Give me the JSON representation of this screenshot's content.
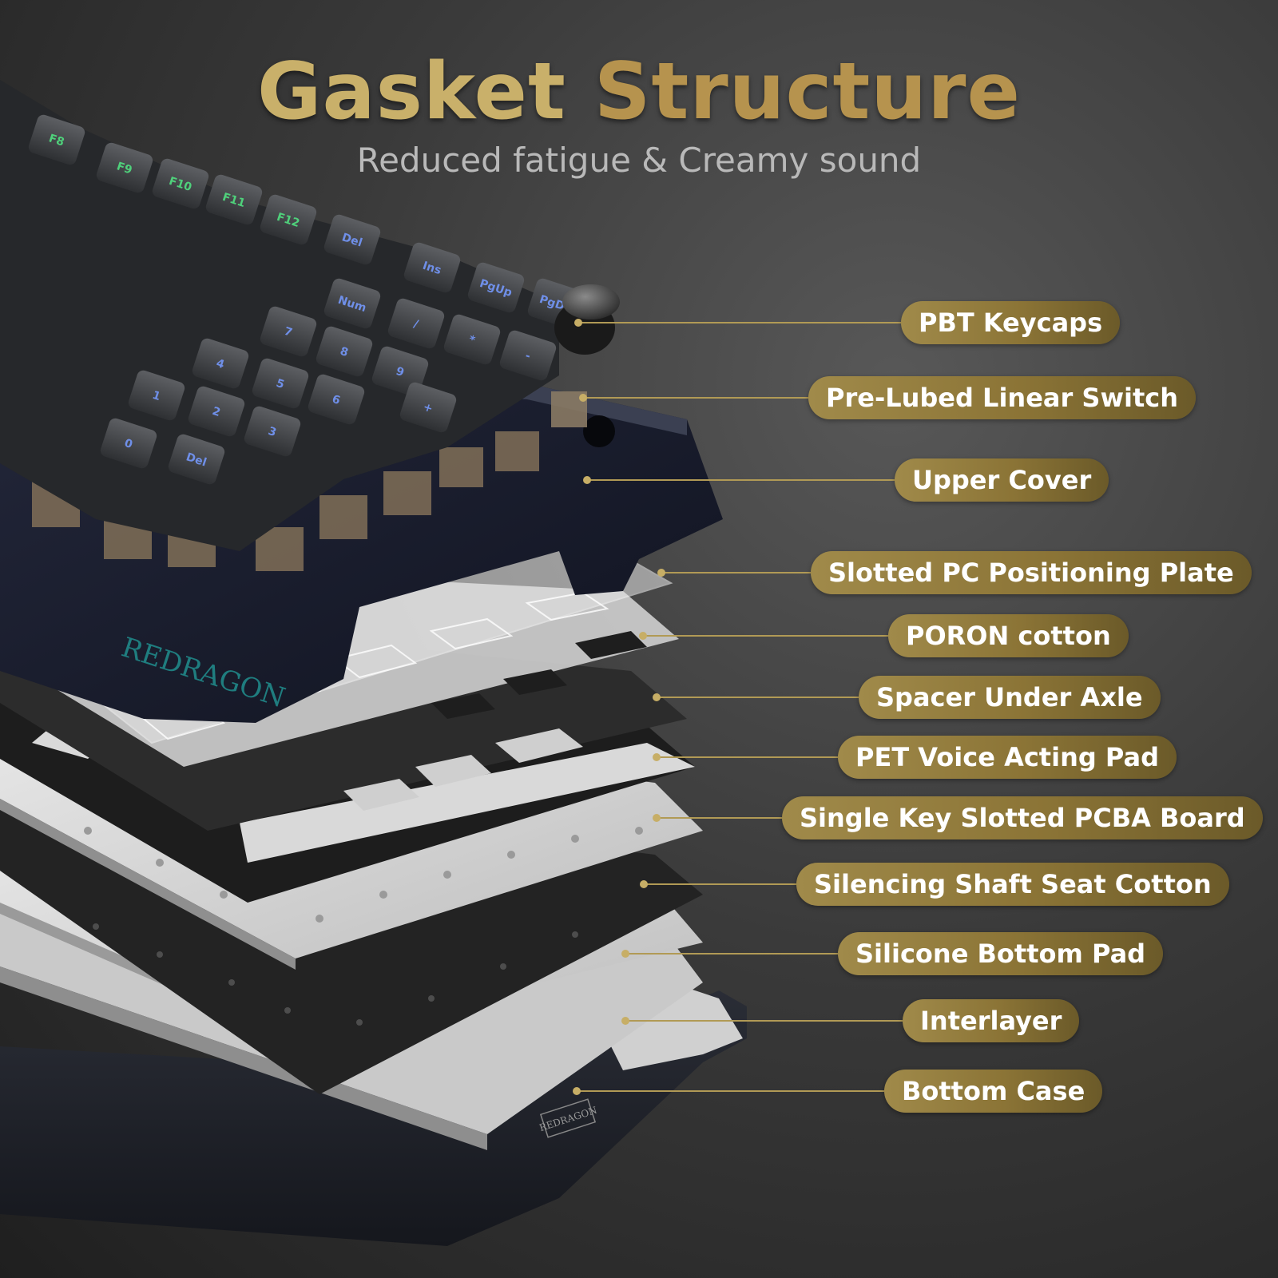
{
  "header": {
    "title_word1": "Gasket",
    "title_word2": "Structure",
    "subtitle": "Reduced fatigue & Creamy sound"
  },
  "brand": {
    "logo_front": "REDRAGON",
    "logo_bottom": "REDRAGON"
  },
  "keycaps": [
    "F8",
    "F9",
    "F10",
    "F11",
    "F12",
    "Del",
    "Ins",
    "PgUp",
    "PgDn",
    "Num",
    "/",
    "*",
    "-",
    "7",
    "8",
    "9",
    "4",
    "5",
    "6",
    "+",
    "1",
    "2",
    "3",
    "0",
    "Del"
  ],
  "colors": {
    "title_primary": "#c9b06a",
    "title_secondary": "#b6934e",
    "label_gold": "#8b7436",
    "leader_gold": "#b19a55"
  },
  "layers": [
    {
      "id": "pbt-keycaps",
      "label": "PBT Keycaps"
    },
    {
      "id": "pre-lubed-linear-switch",
      "label": "Pre-Lubed Linear Switch"
    },
    {
      "id": "upper-cover",
      "label": "Upper Cover"
    },
    {
      "id": "slotted-pc-positioning-plate",
      "label": "Slotted PC Positioning Plate"
    },
    {
      "id": "poron-cotton",
      "label": "PORON cotton"
    },
    {
      "id": "spacer-under-axle",
      "label": "Spacer Under Axle"
    },
    {
      "id": "pet-voice-acting-pad",
      "label": "PET Voice Acting Pad"
    },
    {
      "id": "single-key-slotted-pcba-board",
      "label": "Single Key Slotted PCBA Board"
    },
    {
      "id": "silencing-shaft-seat-cotton",
      "label": "Silencing Shaft Seat Cotton"
    },
    {
      "id": "silicone-bottom-pad",
      "label": "Silicone Bottom Pad"
    },
    {
      "id": "interlayer",
      "label": "Interlayer"
    },
    {
      "id": "bottom-case",
      "label": "Bottom Case"
    }
  ]
}
